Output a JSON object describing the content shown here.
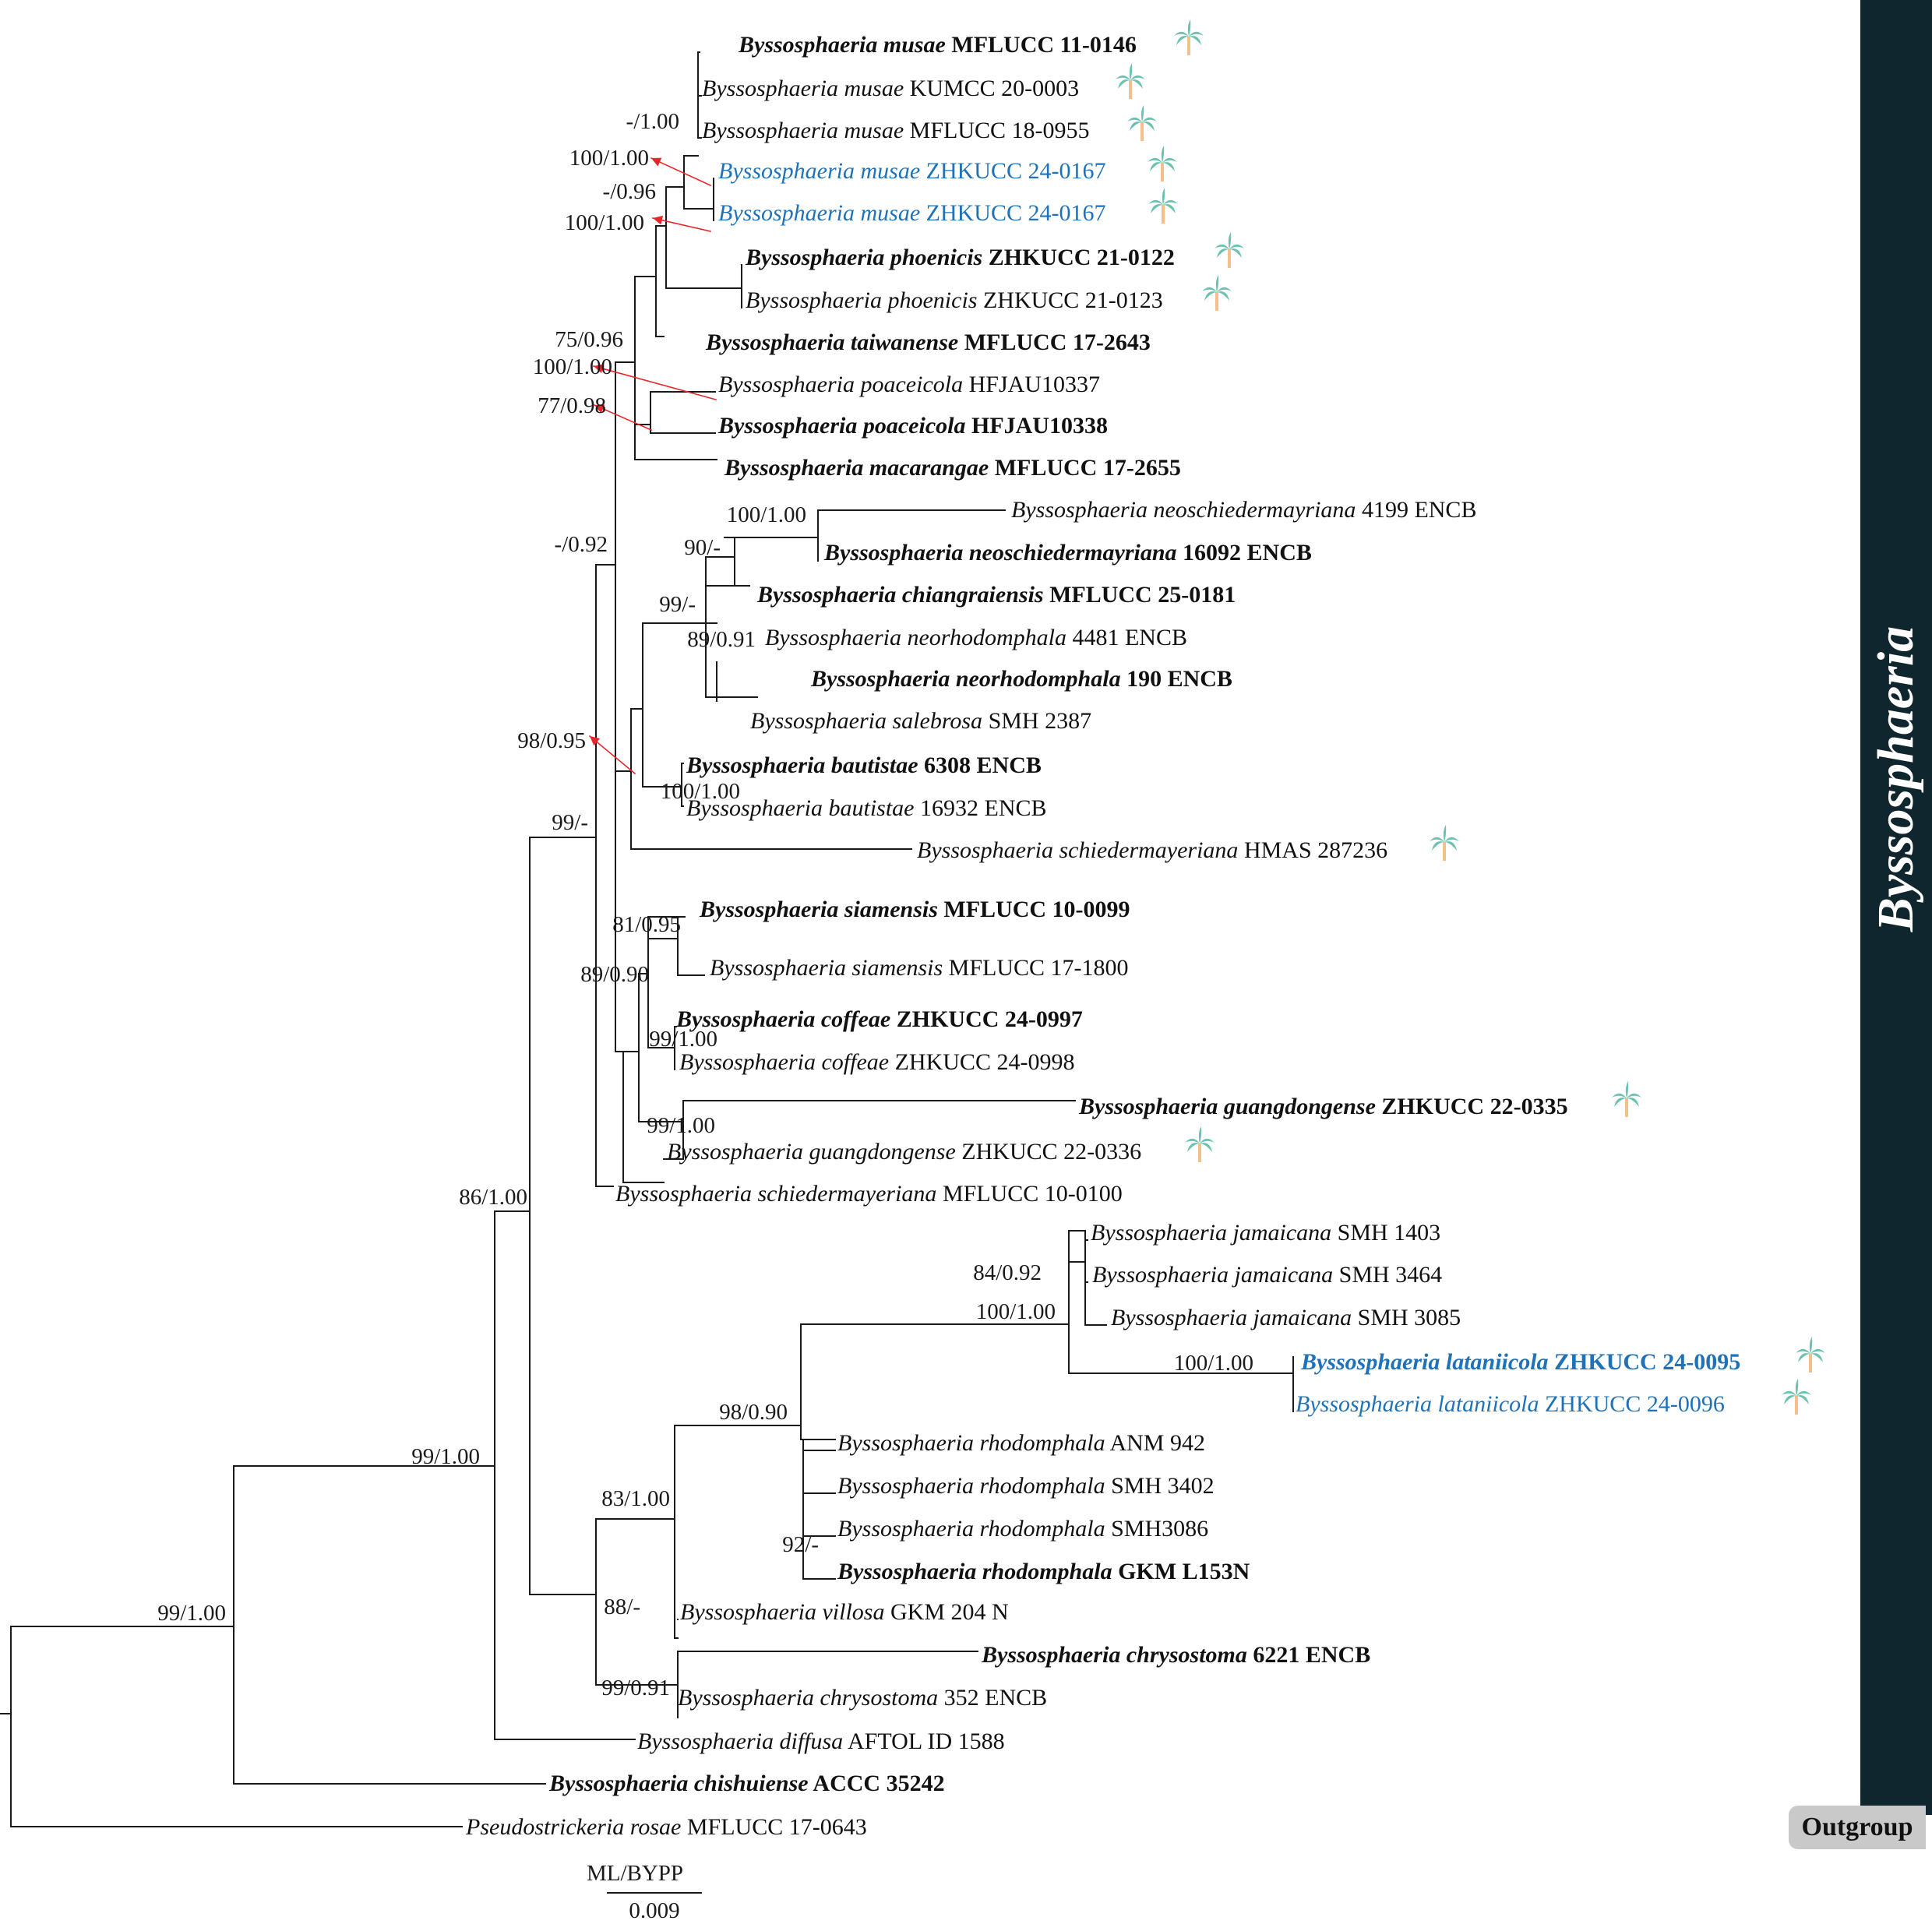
{
  "clade_label": "Byssosphaeria",
  "outgroup_label": "Outgroup",
  "support_legend": "ML/BYPP",
  "scale_bar_label": "0.009",
  "colors": {
    "new_isolate": "#1f72b8",
    "support_arrow": "#e8262a",
    "clade_bar": "#10262e",
    "outgroup_badge": "#c9c9c9",
    "palm_icon": "#6cc2b0"
  },
  "taxa": [
    {
      "species": "Byssosphaeria musae",
      "strain": "MFLUCC 11-0146",
      "bold": true,
      "blue": false,
      "palm": true
    },
    {
      "species": "Byssosphaeria musae",
      "strain": "KUMCC 20-0003",
      "bold": false,
      "blue": false,
      "palm": true
    },
    {
      "species": "Byssosphaeria musae",
      "strain": "MFLUCC 18-0955",
      "bold": false,
      "blue": false,
      "palm": true
    },
    {
      "species": "Byssosphaeria musae",
      "strain": "ZHKUCC 24-0167",
      "bold": false,
      "blue": true,
      "palm": true
    },
    {
      "species": "Byssosphaeria musae",
      "strain": "ZHKUCC 24-0167",
      "bold": false,
      "blue": true,
      "palm": true
    },
    {
      "species": "Byssosphaeria phoenicis",
      "strain": "ZHKUCC 21-0122",
      "bold": true,
      "blue": false,
      "palm": true
    },
    {
      "species": "Byssosphaeria phoenicis",
      "strain": "ZHKUCC 21-0123",
      "bold": false,
      "blue": false,
      "palm": true
    },
    {
      "species": "Byssosphaeria taiwanense",
      "strain": "MFLUCC 17-2643",
      "bold": true,
      "blue": false,
      "palm": false
    },
    {
      "species": "Byssosphaeria poaceicola",
      "strain": "HFJAU10337",
      "bold": false,
      "blue": false,
      "palm": false
    },
    {
      "species": "Byssosphaeria poaceicola",
      "strain": "HFJAU10338",
      "bold": true,
      "blue": false,
      "palm": false
    },
    {
      "species": "Byssosphaeria macarangae",
      "strain": "MFLUCC 17-2655",
      "bold": true,
      "blue": false,
      "palm": false
    },
    {
      "species": "Byssosphaeria neoschiedermayriana",
      "strain": "4199 ENCB",
      "bold": false,
      "blue": false,
      "palm": false
    },
    {
      "species": "Byssosphaeria neoschiedermayriana",
      "strain": "16092 ENCB",
      "bold": true,
      "blue": false,
      "palm": false
    },
    {
      "species": "Byssosphaeria chiangraiensis",
      "strain": "MFLUCC 25-0181",
      "bold": true,
      "blue": false,
      "palm": false
    },
    {
      "species": "Byssosphaeria neorhodomphala",
      "strain": "4481 ENCB",
      "bold": false,
      "blue": false,
      "palm": false
    },
    {
      "species": "Byssosphaeria neorhodomphala",
      "strain": "190 ENCB",
      "bold": true,
      "blue": false,
      "palm": false
    },
    {
      "species": "Byssosphaeria salebrosa",
      "strain": "SMH 2387",
      "bold": false,
      "blue": false,
      "palm": false
    },
    {
      "species": "Byssosphaeria bautistae",
      "strain": "6308 ENCB",
      "bold": true,
      "blue": false,
      "palm": false
    },
    {
      "species": "Byssosphaeria bautistae",
      "strain": "16932 ENCB",
      "bold": false,
      "blue": false,
      "palm": false
    },
    {
      "species": "Byssosphaeria schiedermayeriana",
      "strain": "HMAS 287236",
      "bold": false,
      "blue": false,
      "palm": true
    },
    {
      "species": "Byssosphaeria siamensis",
      "strain": "MFLUCC 10-0099",
      "bold": true,
      "blue": false,
      "palm": false
    },
    {
      "species": "Byssosphaeria siamensis",
      "strain": "MFLUCC 17-1800",
      "bold": false,
      "blue": false,
      "palm": false
    },
    {
      "species": "Byssosphaeria coffeae",
      "strain": "ZHKUCC 24-0997",
      "bold": true,
      "blue": false,
      "palm": false
    },
    {
      "species": "Byssosphaeria coffeae",
      "strain": "ZHKUCC 24-0998",
      "bold": false,
      "blue": false,
      "palm": false
    },
    {
      "species": "Byssosphaeria guangdongense",
      "strain": "ZHKUCC 22-0335",
      "bold": true,
      "blue": false,
      "palm": true
    },
    {
      "species": "Byssosphaeria guangdongense",
      "strain": "ZHKUCC 22-0336",
      "bold": false,
      "blue": false,
      "palm": true
    },
    {
      "species": "Byssosphaeria schiedermayeriana",
      "strain": "MFLUCC 10-0100",
      "bold": false,
      "blue": false,
      "palm": false
    },
    {
      "species": "Byssosphaeria jamaicana",
      "strain": "SMH 1403",
      "bold": false,
      "blue": false,
      "palm": false
    },
    {
      "species": "Byssosphaeria jamaicana",
      "strain": "SMH 3464",
      "bold": false,
      "blue": false,
      "palm": false
    },
    {
      "species": "Byssosphaeria jamaicana",
      "strain": "SMH 3085",
      "bold": false,
      "blue": false,
      "palm": false
    },
    {
      "species": "Byssosphaeria lataniicola",
      "strain": "ZHKUCC 24-0095",
      "bold": true,
      "blue": true,
      "palm": true
    },
    {
      "species": "Byssosphaeria lataniicola",
      "strain": "ZHKUCC 24-0096",
      "bold": false,
      "blue": true,
      "palm": true
    },
    {
      "species": "Byssosphaeria rhodomphala",
      "strain": "ANM 942",
      "bold": false,
      "blue": false,
      "palm": false
    },
    {
      "species": "Byssosphaeria rhodomphala",
      "strain": "SMH 3402",
      "bold": false,
      "blue": false,
      "palm": false
    },
    {
      "species": "Byssosphaeria rhodomphala",
      "strain": "SMH3086",
      "bold": false,
      "blue": false,
      "palm": false
    },
    {
      "species": "Byssosphaeria rhodomphala",
      "strain": "GKM L153N",
      "bold": true,
      "blue": false,
      "palm": false
    },
    {
      "species": "Byssosphaeria villosa",
      "strain": "GKM 204 N",
      "bold": false,
      "blue": false,
      "palm": false
    },
    {
      "species": "Byssosphaeria chrysostoma",
      "strain": "6221 ENCB",
      "bold": true,
      "blue": false,
      "palm": false
    },
    {
      "species": "Byssosphaeria chrysostoma",
      "strain": "352 ENCB",
      "bold": false,
      "blue": false,
      "palm": false
    },
    {
      "species": "Byssosphaeria diffusa",
      "strain": "AFTOL ID 1588",
      "bold": false,
      "blue": false,
      "palm": false
    },
    {
      "species": "Byssosphaeria chishuiense",
      "strain": "ACCC 35242",
      "bold": true,
      "blue": false,
      "palm": false
    },
    {
      "species": "Pseudostrickeria rosae",
      "strain": "MFLUCC 17-0643",
      "bold": false,
      "blue": false,
      "palm": false
    }
  ],
  "support_values": [
    "-/1.00",
    "100/1.00",
    "-/0.96",
    "100/1.00",
    "75/0.96",
    "100/1.00",
    "77/0.98",
    "100/1.00",
    "90/-",
    "99/-",
    "89/0.91",
    "-/0.92",
    "98/0.95",
    "100/1.00",
    "99/-",
    "81/0.95",
    "89/0.90",
    "99/1.00",
    "99/1.00",
    "86/1.00",
    "84/0.92",
    "100/1.00",
    "100/1.00",
    "98/0.90",
    "83/1.00",
    "92/-",
    "88/-",
    "99/0.91",
    "99/1.00",
    "99/1.00"
  ]
}
